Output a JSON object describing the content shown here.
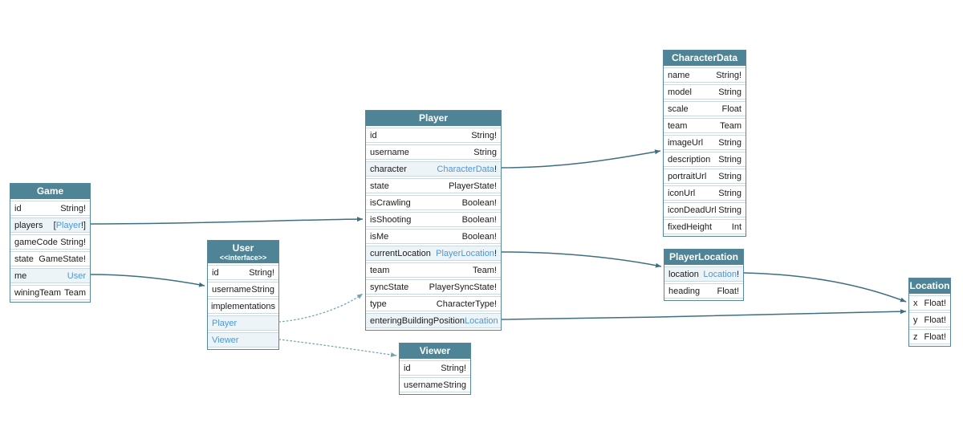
{
  "colors": {
    "header_bg": "#4e8495",
    "header_text": "#ffffff",
    "link_text": "#4d96d9",
    "row_tint": "#edf4f8",
    "outer_border": "#55889a",
    "row_border": "#c8dbe1",
    "arrow_solid": "#3d6f80",
    "arrow_dotted": "#74a4b2"
  },
  "entities": {
    "game": {
      "title": "Game",
      "fields": [
        {
          "name": "id",
          "scalar": "String!"
        },
        {
          "name": "players",
          "pre": "[",
          "link": "Player",
          "post": "!]"
        },
        {
          "name": "gameCode",
          "scalar": "String!"
        },
        {
          "name": "state",
          "scalar": "GameState!"
        },
        {
          "name": "me",
          "link": "User"
        },
        {
          "name": "winingTeam",
          "scalar": "Team"
        }
      ]
    },
    "user": {
      "title": "User",
      "stereotype": "<<interface>>",
      "fields": [
        {
          "name": "id",
          "scalar": "String!"
        },
        {
          "name": "username",
          "scalar": "String"
        }
      ],
      "implementations_label": "implementations",
      "implementations": [
        {
          "name": "Player"
        },
        {
          "name": "Viewer"
        }
      ]
    },
    "player": {
      "title": "Player",
      "fields": [
        {
          "name": "id",
          "scalar": "String!"
        },
        {
          "name": "username",
          "scalar": "String"
        },
        {
          "name": "character",
          "link": "CharacterData",
          "post": "!"
        },
        {
          "name": "state",
          "scalar": "PlayerState!"
        },
        {
          "name": "isCrawling",
          "scalar": "Boolean!"
        },
        {
          "name": "isShooting",
          "scalar": "Boolean!"
        },
        {
          "name": "isMe",
          "scalar": "Boolean!"
        },
        {
          "name": "currentLocation",
          "link": "PlayerLocation",
          "post": "!"
        },
        {
          "name": "team",
          "scalar": "Team!"
        },
        {
          "name": "syncState",
          "scalar": "PlayerSyncState!"
        },
        {
          "name": "type",
          "scalar": "CharacterType!"
        },
        {
          "name": "enteringBuildingPosition",
          "link": "Location"
        }
      ]
    },
    "viewer": {
      "title": "Viewer",
      "fields": [
        {
          "name": "id",
          "scalar": "String!"
        },
        {
          "name": "username",
          "scalar": "String"
        }
      ]
    },
    "characterData": {
      "title": "CharacterData",
      "fields": [
        {
          "name": "name",
          "scalar": "String!"
        },
        {
          "name": "model",
          "scalar": "String"
        },
        {
          "name": "scale",
          "scalar": "Float"
        },
        {
          "name": "team",
          "scalar": "Team"
        },
        {
          "name": "imageUrl",
          "scalar": "String"
        },
        {
          "name": "description",
          "scalar": "String"
        },
        {
          "name": "portraitUrl",
          "scalar": "String"
        },
        {
          "name": "iconUrl",
          "scalar": "String"
        },
        {
          "name": "iconDeadUrl",
          "scalar": "String"
        },
        {
          "name": "fixedHeight",
          "scalar": "Int"
        }
      ]
    },
    "playerLocation": {
      "title": "PlayerLocation",
      "fields": [
        {
          "name": "location",
          "link": "Location",
          "post": "!"
        },
        {
          "name": "heading",
          "scalar": "Float!"
        }
      ]
    },
    "location": {
      "title": "Location",
      "fields": [
        {
          "name": "x",
          "scalar": "Float!"
        },
        {
          "name": "y",
          "scalar": "Float!"
        },
        {
          "name": "z",
          "scalar": "Float!"
        }
      ]
    }
  }
}
